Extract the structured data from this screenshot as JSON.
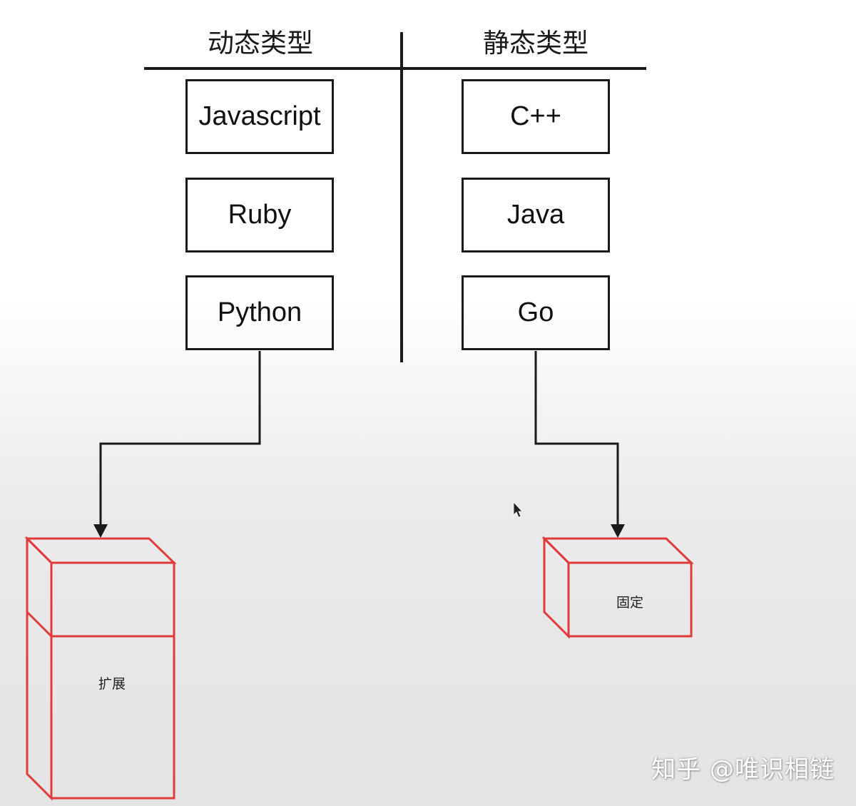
{
  "headers": {
    "dynamic": "动态类型",
    "static": "静态类型"
  },
  "dynamic_languages": [
    "Javascript",
    "Ruby",
    "Python"
  ],
  "static_languages": [
    "C++",
    "Java",
    "Go"
  ],
  "blocks": {
    "expand": "扩展",
    "fixed": "固定"
  },
  "watermark": "知乎 @唯识相链",
  "colors": {
    "line": "#1a1a1a",
    "block_outline": "#e03b3b"
  }
}
